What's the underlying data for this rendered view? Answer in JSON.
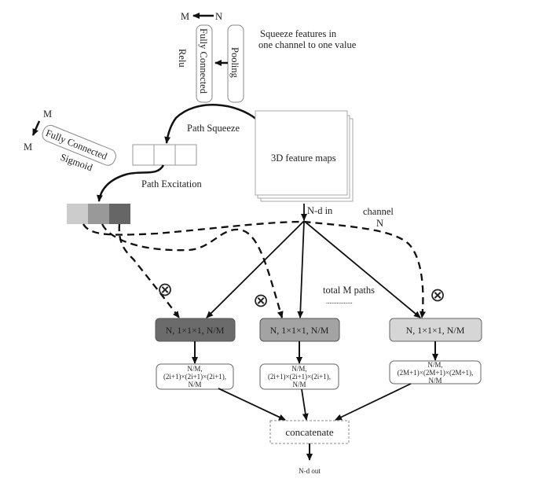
{
  "top": {
    "arrow_from": "N",
    "arrow_to": "M",
    "fc_label": "Fully Connected",
    "pool_label": "Pooling",
    "relu_label": "Relu",
    "squeeze_note_line1": "Squeeze  features in",
    "squeeze_note_line2": "one channel to one value"
  },
  "excitation_block": {
    "arrow_from": "M",
    "arrow_to": "M",
    "fc_line1": "Fully Connected",
    "fc_line2": "Sigmoid"
  },
  "labels": {
    "path_squeeze": "Path Squeeze",
    "path_excitation": "Path Excitation",
    "feature_maps": "3D feature maps",
    "nd_in": "N-d in",
    "channel": "channel",
    "channel_n": "N",
    "total_paths": "total M paths",
    "dots": "...............",
    "multiply_symbol": "⊗",
    "concatenate": "concatenate",
    "nd_out": "N-d out"
  },
  "colors": {
    "weight_light": "#cccccc",
    "weight_mid": "#999999",
    "weight_dark": "#666666",
    "conv_dark": "#6b6b6b",
    "conv_mid": "#a3a3a3",
    "conv_light": "#d6d6d6"
  },
  "paths": [
    {
      "conv_label": "N, 1×1×1, N/M",
      "out_line1": "N/M,",
      "out_line2": "(2i+1)×(2i+1)×(2i+1),",
      "out_line3": "N/M"
    },
    {
      "conv_label": "N, 1×1×1, N/M",
      "out_line1": "N/M,",
      "out_line2": "(2i+1)×(2i+1)×(2i+1),",
      "out_line3": "N/M"
    },
    {
      "conv_label": "N, 1×1×1, N/M",
      "out_line1": "N/M,",
      "out_line2": "(2M+1)×(2M+1)×(2M+1),",
      "out_line3": "N/M"
    }
  ]
}
